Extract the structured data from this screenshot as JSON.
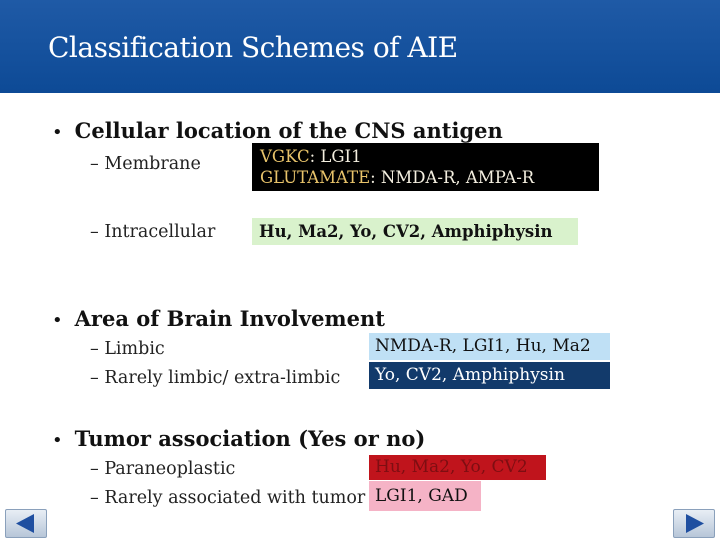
{
  "slide": {
    "title": "Classification Schemes of AIE"
  },
  "bullets": [
    {
      "marker": "•",
      "text": "Cellular location of the CNS antigen",
      "items": [
        {
          "label": "– Membrane",
          "box_line1_a": "VGKC",
          "box_line1_b": ": LGI1",
          "box_line2_a": "GLUTAMATE",
          "box_line2_b": ": NMDA-R, AMPA-R"
        },
        {
          "label": "– Intracellular",
          "box": "Hu, Ma2, Yo, CV2, Amphiphysin"
        }
      ]
    },
    {
      "marker": "•",
      "text": "Area of Brain Involvement",
      "items": [
        {
          "label": "– Limbic",
          "box": "NMDA-R, LGI1, Hu, Ma2"
        },
        {
          "label": "– Rarely limbic/ extra-limbic",
          "box": "Yo, CV2, Amphiphysin"
        }
      ]
    },
    {
      "marker": "•",
      "text": "Tumor association (Yes or no)",
      "items": [
        {
          "label": "– Paraneoplastic",
          "box": "Hu, Ma2, Yo, CV2"
        },
        {
          "label": "– Rarely associated with tumor",
          "box": "LGI1, GAD"
        }
      ]
    }
  ],
  "colors": {
    "header": "#1f5aa6",
    "black_box": "#000000",
    "green_box": "#d9f2cc",
    "light_blue_box": "#bfe0f5",
    "navy_box": "#123a6b",
    "red_box": "#c0141c",
    "pink_box": "#f5b3c6"
  },
  "navigation": {
    "prev_icon": "arrow-left-icon",
    "next_icon": "arrow-right-icon"
  }
}
